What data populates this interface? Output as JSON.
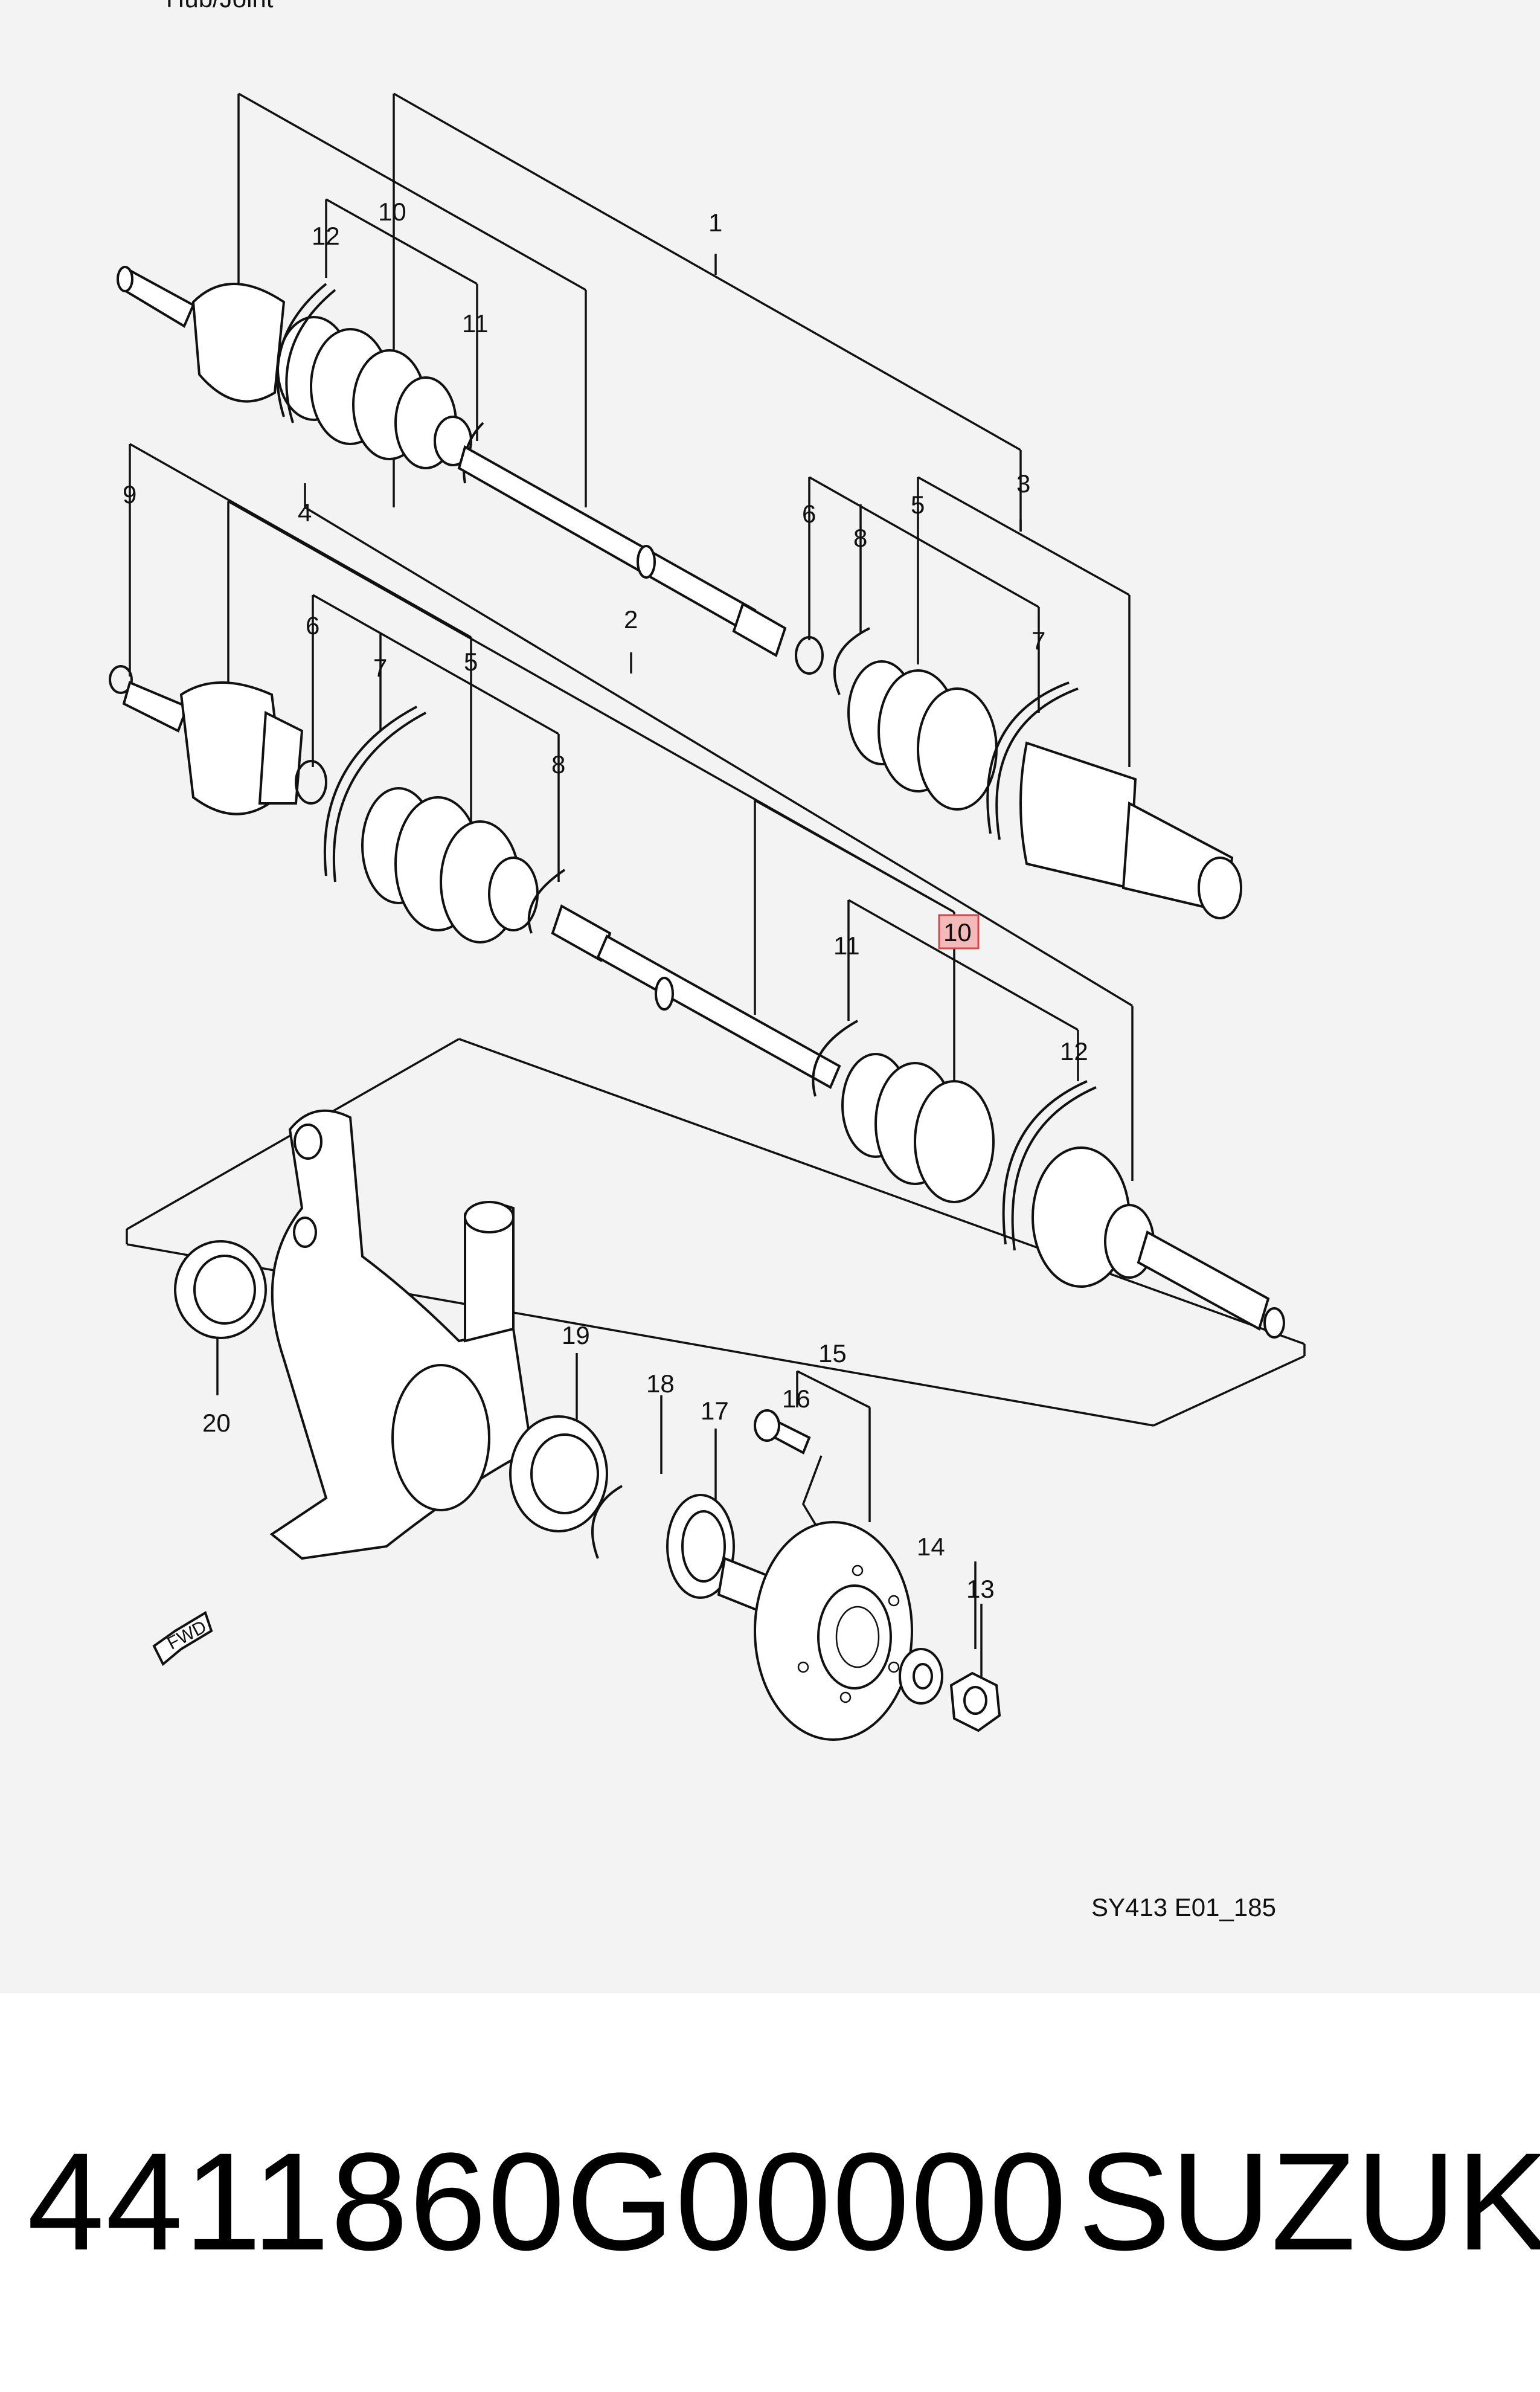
{
  "diagram": {
    "top_label": "Hub/Joint",
    "drawing_code": "SY413 E01_185",
    "fwd_label": "FWD",
    "callouts": {
      "c1": "1",
      "c2": "2",
      "c3": "3",
      "c4": "4",
      "c5a": "5",
      "c5b": "5",
      "c6a": "6",
      "c6b": "6",
      "c7a": "7",
      "c7b": "7",
      "c8a": "8",
      "c8b": "8",
      "c9": "9",
      "c10a": "10",
      "c10b": "10",
      "c11a": "11",
      "c11b": "11",
      "c12a": "12",
      "c12b": "12",
      "c13": "13",
      "c14": "14",
      "c15": "15",
      "c16": "16",
      "c17": "17",
      "c18": "18",
      "c19": "19",
      "c20": "20"
    },
    "highlight_color": "#f4b9b9",
    "highlight_border": "#d44a4a"
  },
  "caption": {
    "part_number": "4411860G00000",
    "brand": "SUZUKI"
  }
}
